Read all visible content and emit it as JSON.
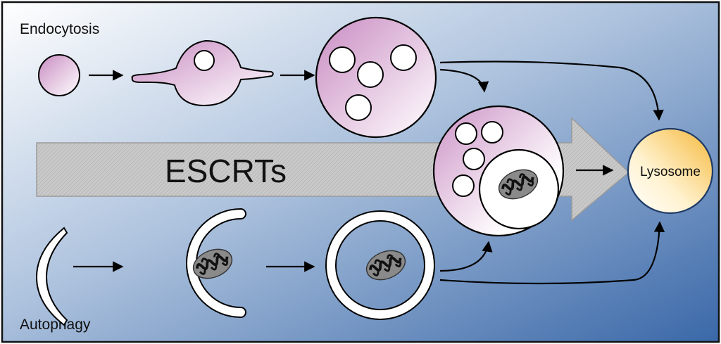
{
  "labels": {
    "endocytosis": "Endocytosis",
    "autophagy": "Autophagy",
    "escrts": "ESCRTs",
    "lysosome": "Lysosome"
  },
  "colors": {
    "background_light": "#ffffff",
    "background_dark": "#3a68a8",
    "membrane_purple": "#c98cc2",
    "lysosome_yellow": "#f5b83a",
    "escrt_arrow": "#c9c9c9",
    "mitochondrion": "#8a8a8a"
  }
}
